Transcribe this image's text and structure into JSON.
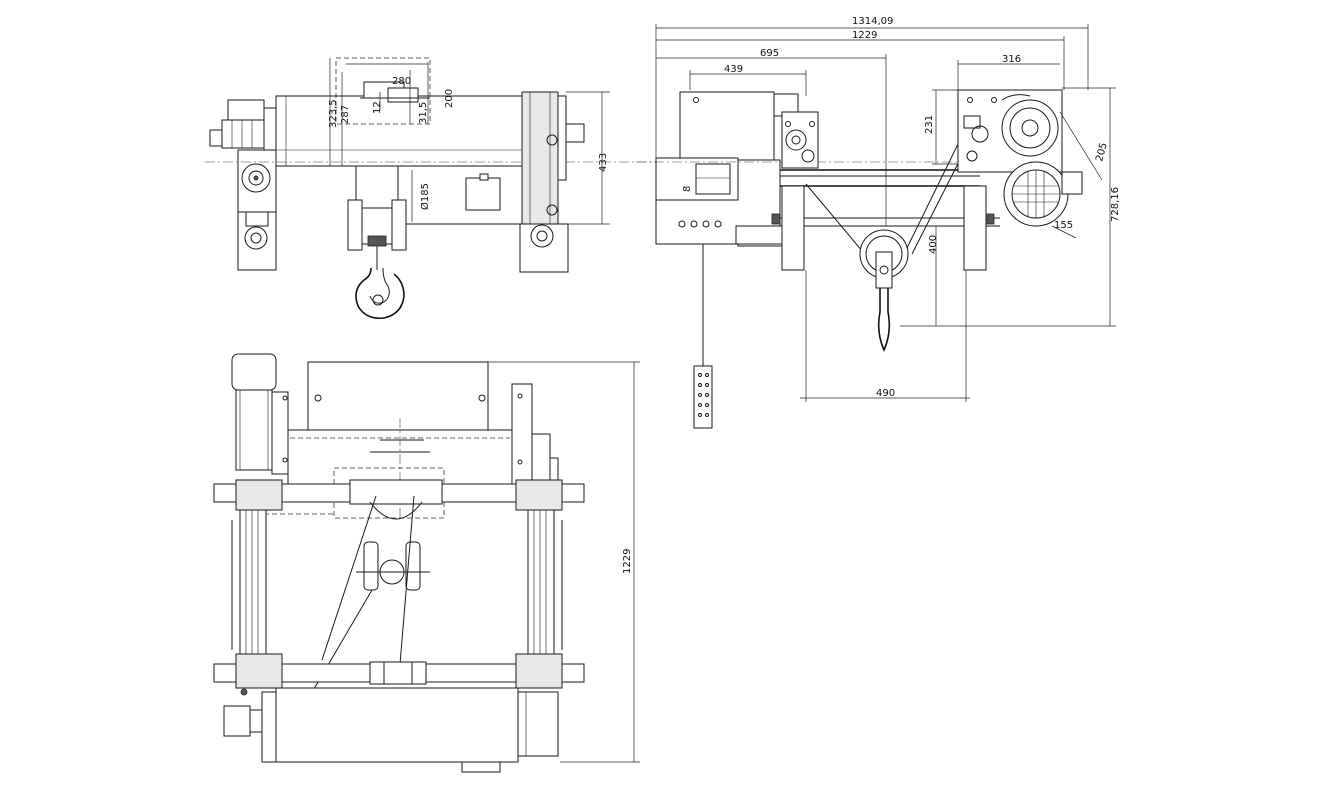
{
  "drawing": {
    "side_view": {
      "dim_280": "280",
      "dim_200": "200",
      "dim_323_5": "323,5",
      "dim_287": "287",
      "dim_12": "12",
      "dim_31_5": "31,5",
      "dim_433": "433",
      "dim_d185": "Ø185"
    },
    "front_view": {
      "dim_1314_09": "1314,09",
      "dim_1229": "1229",
      "dim_695": "695",
      "dim_439": "439",
      "dim_316": "316",
      "dim_231": "231",
      "dim_205": "205",
      "dim_728_16": "728,16",
      "dim_155": "155",
      "dim_400": "400",
      "dim_490": "490",
      "dim_8": "8"
    },
    "top_view": {
      "dim_1229": "1229"
    }
  }
}
